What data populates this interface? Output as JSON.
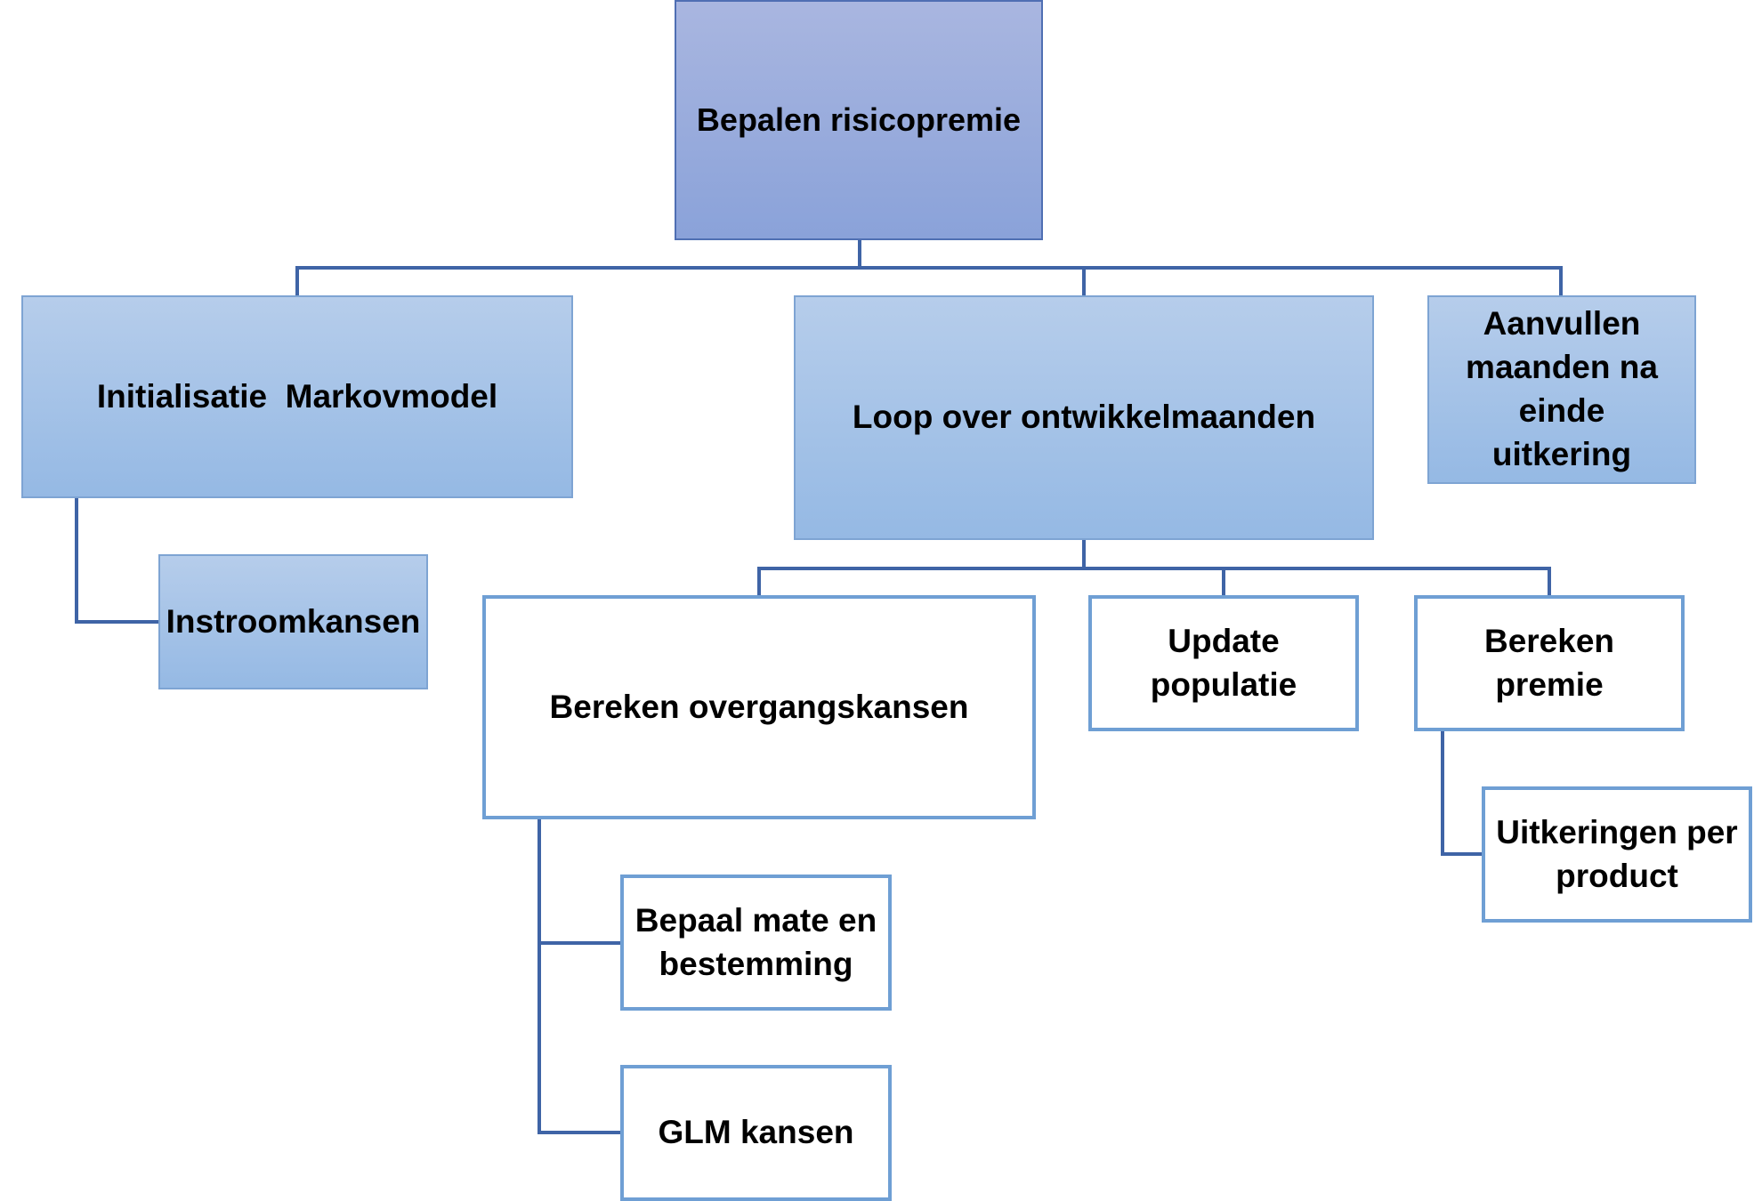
{
  "diagram": {
    "root": "Bepalen risicopremie",
    "level1": {
      "init": "Initialisatie  Markovmodel",
      "loop": "Loop over ontwikkelmaanden",
      "aanvullen": "Aanvullen maanden na einde uitkering"
    },
    "init_children": {
      "instroom": "Instroomkansen"
    },
    "loop_children": {
      "overgang": "Bereken overgangskansen",
      "update": "Update populatie",
      "premie": "Bereken premie"
    },
    "overgang_children": {
      "bepaal": "Bepaal mate en bestemming",
      "glm": "GLM kansen"
    },
    "premie_children": {
      "uitkeringen": "Uitkeringen per product"
    }
  }
}
